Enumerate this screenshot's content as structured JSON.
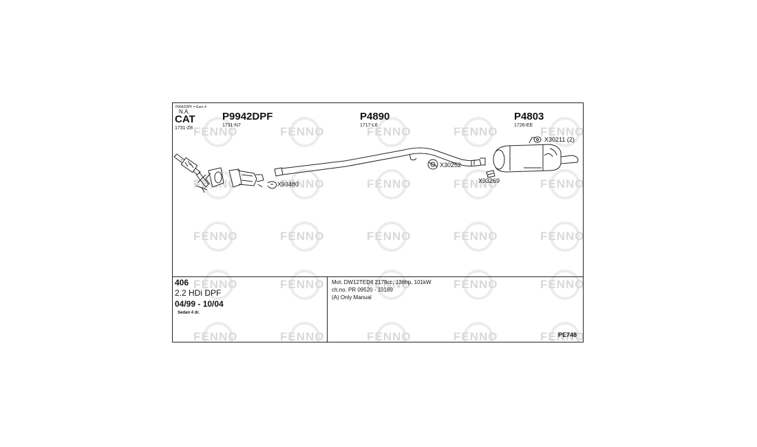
{
  "watermark": "FENNO",
  "note": "P9942DPF = Euro 4",
  "cat": {
    "na": "N.A.",
    "label": "CAT",
    "code": "1731-Z8"
  },
  "parts": [
    {
      "number": "P9942DPF",
      "code": "1731-N7"
    },
    {
      "number": "P4890",
      "code": "1717-L6"
    },
    {
      "number": "P4803",
      "code": "1726-EE"
    }
  ],
  "accessories": [
    {
      "label": "X93480"
    },
    {
      "label": "X30252"
    },
    {
      "label": "X93269"
    },
    {
      "label": "X30211 (2)"
    }
  ],
  "vehicle": {
    "model": "406",
    "engine": "2.2 HDi DPF",
    "years": "04/99 - 10/04",
    "body": "Sedan 4 dr."
  },
  "specs": {
    "motor": "Mot. DW12TED4 2179cc, 136hp, 101kW",
    "chassis": "ch.no. PR 09520 - 10189",
    "gearbox": "(A) Only Manual"
  },
  "reference": "PE748",
  "colors": {
    "line": "#222222",
    "watermark": "#d9d9d9"
  }
}
